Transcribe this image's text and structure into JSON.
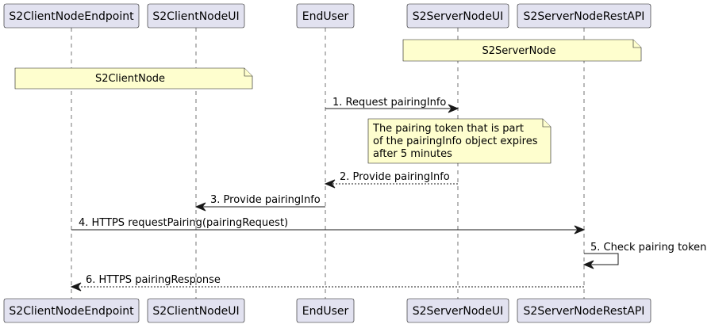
{
  "participants": [
    {
      "id": "ep",
      "label": "S2ClientNodeEndpoint"
    },
    {
      "id": "cui",
      "label": "S2ClientNodeUI"
    },
    {
      "id": "eu",
      "label": "EndUser"
    },
    {
      "id": "sui",
      "label": "S2ServerNodeUI"
    },
    {
      "id": "api",
      "label": "S2ServerNodeRestAPI"
    }
  ],
  "notes": [
    {
      "lines": [
        "S2ServerNode"
      ]
    },
    {
      "lines": [
        "S2ClientNode"
      ]
    },
    {
      "lines": [
        "The pairing token that is part",
        "of the pairingInfo object expires",
        "after 5 minutes"
      ]
    }
  ],
  "messages": [
    {
      "label": "1. Request pairingInfo",
      "from": "eu",
      "to": "sui",
      "dashed": false
    },
    {
      "label": "2. Provide pairingInfo",
      "from": "sui",
      "to": "eu",
      "dashed": true
    },
    {
      "label": "3. Provide pairingInfo",
      "from": "eu",
      "to": "cui",
      "dashed": false
    },
    {
      "label": "4. HTTPS requestPairing(pairingRequest)",
      "from": "ep",
      "to": "api",
      "dashed": false
    },
    {
      "label": "5. Check pairing token",
      "from": "api",
      "to": "api",
      "dashed": false
    },
    {
      "label": "6. HTTPS pairingResponse",
      "from": "api",
      "to": "ep",
      "dashed": true
    }
  ]
}
